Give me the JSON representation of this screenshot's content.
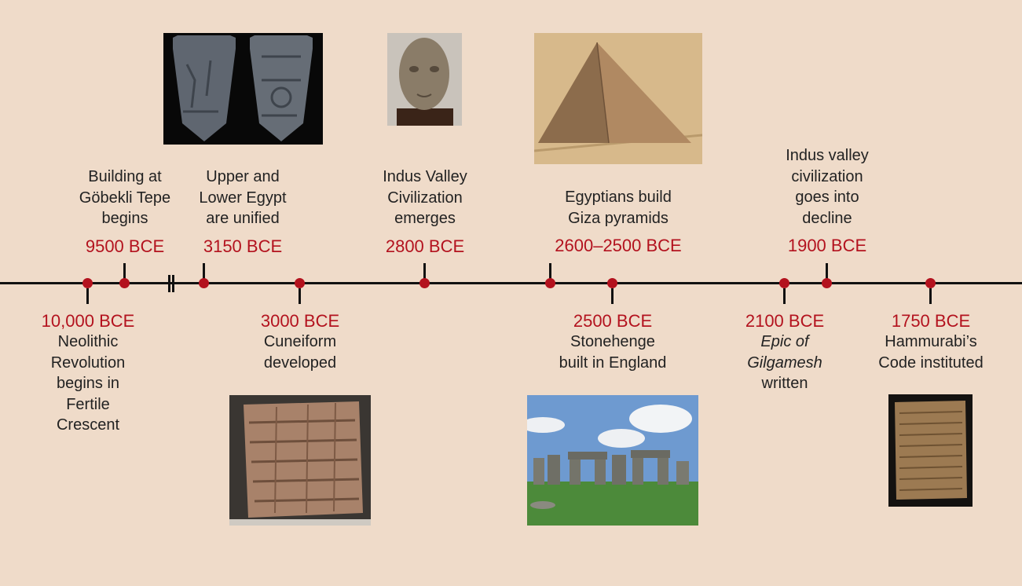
{
  "colors": {
    "background": "#efdbc9",
    "date": "#b3121e",
    "line": "#111111",
    "text": "#222222"
  },
  "events": [
    {
      "date": "10,000 BCE",
      "desc": [
        "Neolithic",
        "Revolution",
        "begins in",
        "Fertile",
        "Crescent"
      ]
    },
    {
      "date": "9500 BCE",
      "desc": [
        "Building at",
        "Göbekli Tepe",
        "begins"
      ]
    },
    {
      "date": "3150 BCE",
      "desc": [
        "Upper and",
        "Lower Egypt",
        "are unified"
      ]
    },
    {
      "date": "3000 BCE",
      "desc": [
        "Cuneiform",
        "developed"
      ]
    },
    {
      "date": "2800 BCE",
      "desc": [
        "Indus Valley",
        "Civilization",
        "emerges"
      ]
    },
    {
      "date": "2600–2500 BCE",
      "desc": [
        "Egyptians build",
        "Giza pyramids"
      ]
    },
    {
      "date": "2500 BCE",
      "desc": [
        "Stonehenge",
        "built in England"
      ]
    },
    {
      "date": "2100 BCE",
      "desc": [
        "Epic of",
        "Gilgamesh",
        "written"
      ]
    },
    {
      "date": "1900 BCE",
      "desc": [
        "Indus valley",
        "civilization",
        "goes into",
        "decline"
      ]
    },
    {
      "date": "1750 BCE",
      "desc": [
        "Hammurabi’s",
        "Code instituted"
      ]
    }
  ]
}
